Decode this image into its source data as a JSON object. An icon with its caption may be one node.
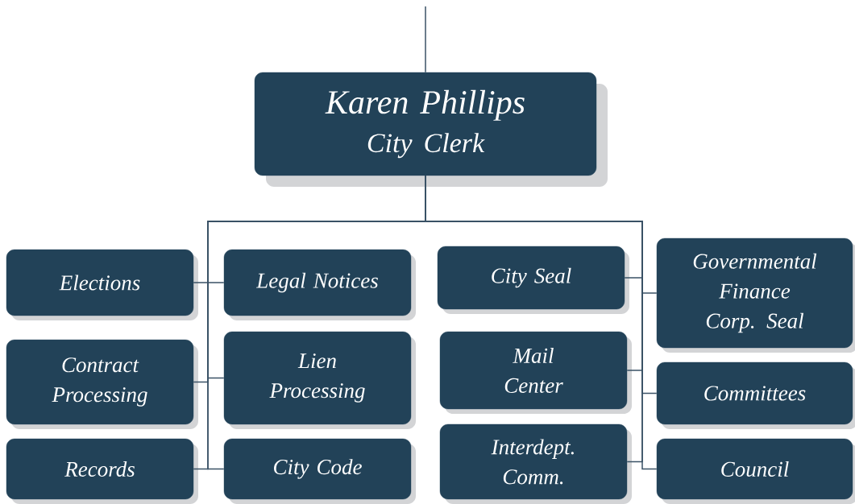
{
  "diagram": {
    "nodes": [
      {
        "text": [
          "Karen Phillips",
          "City Clerk"
        ]
      },
      {
        "text": [
          "Elections"
        ]
      },
      {
        "text": [
          "Legal Notices"
        ]
      },
      {
        "text": [
          "City Seal"
        ]
      },
      {
        "text": [
          "Governmental Finance Corp. Seal"
        ]
      },
      {
        "text": [
          "Contract Processing"
        ]
      },
      {
        "text": [
          "Lien Processing"
        ]
      },
      {
        "text": [
          "Mail Center"
        ]
      },
      {
        "text": [
          "Committees"
        ]
      },
      {
        "text": [
          "Records"
        ]
      },
      {
        "text": [
          "City Code"
        ]
      },
      {
        "text": [
          "Interdept. Comm."
        ]
      },
      {
        "text": [
          "Council"
        ]
      }
    ],
    "edges": [
      {
        "from": null,
        "to": 0,
        "arrow": "none"
      },
      {
        "from": 0,
        "to": 1,
        "arrow": "none"
      },
      {
        "from": 0,
        "to": 2,
        "arrow": "none"
      },
      {
        "from": 0,
        "to": 3,
        "arrow": "none"
      },
      {
        "from": 0,
        "to": 4,
        "arrow": "none"
      },
      {
        "from": 0,
        "to": 5,
        "arrow": "none"
      },
      {
        "from": 0,
        "to": 6,
        "arrow": "none"
      },
      {
        "from": 0,
        "to": 7,
        "arrow": "none"
      },
      {
        "from": 0,
        "to": 8,
        "arrow": "none"
      },
      {
        "from": 0,
        "to": 9,
        "arrow": "none"
      },
      {
        "from": 0,
        "to": 10,
        "arrow": "none"
      },
      {
        "from": 0,
        "to": 11,
        "arrow": "none"
      },
      {
        "from": 0,
        "to": 12,
        "arrow": "none"
      }
    ]
  }
}
